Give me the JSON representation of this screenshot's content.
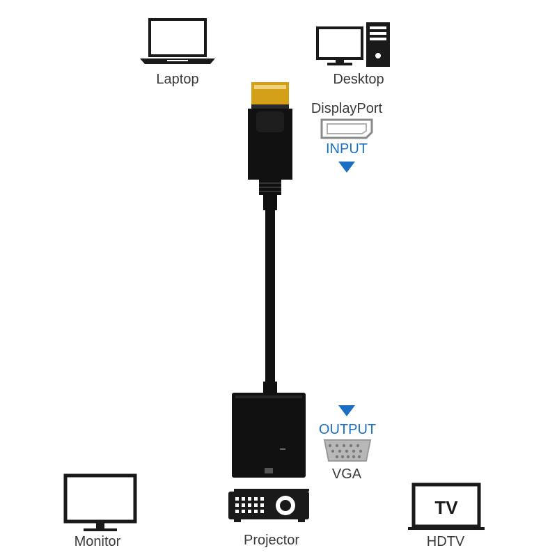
{
  "devices": {
    "laptop": {
      "label": "Laptop"
    },
    "desktop": {
      "label": "Desktop"
    },
    "monitor": {
      "label": "Monitor"
    },
    "projector": {
      "label": "Projector"
    },
    "hdtv": {
      "label": "HDTV",
      "screen_text": "TV"
    }
  },
  "input": {
    "port_name": "DisplayPort",
    "direction_label": "INPUT"
  },
  "output": {
    "direction_label": "OUTPUT",
    "port_name": "VGA"
  },
  "colors": {
    "accent_blue": "#1a6fc4",
    "icon_dark": "#1a1a1a",
    "connector_gold": "#d4a017",
    "cable_black": "#111111",
    "port_gray": "#b8b8b8"
  }
}
